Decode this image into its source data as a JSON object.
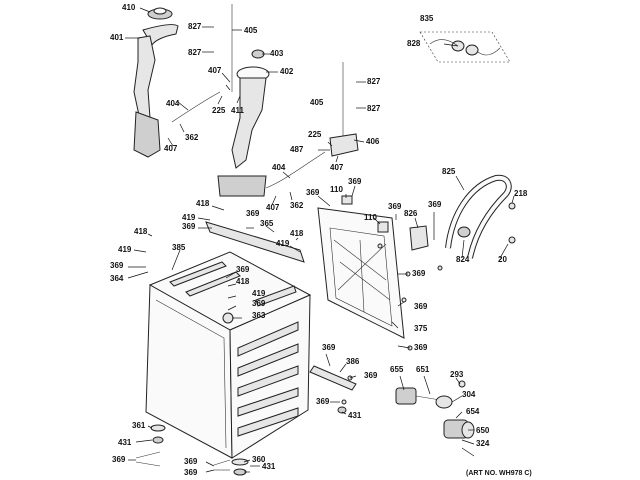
{
  "art_number": "(ART NO. WH978 C)",
  "callouts": [
    {
      "id": "c410",
      "label": "410"
    },
    {
      "id": "c401",
      "label": "401"
    },
    {
      "id": "c827a",
      "label": "827"
    },
    {
      "id": "c405a",
      "label": "405"
    },
    {
      "id": "c827b",
      "label": "827"
    },
    {
      "id": "c403",
      "label": "403"
    },
    {
      "id": "c402",
      "label": "402"
    },
    {
      "id": "c407a",
      "label": "407"
    },
    {
      "id": "c404a",
      "label": "404"
    },
    {
      "id": "c225a",
      "label": "225"
    },
    {
      "id": "c411",
      "label": "411"
    },
    {
      "id": "c362a",
      "label": "362"
    },
    {
      "id": "c407b",
      "label": "407"
    },
    {
      "id": "c835",
      "label": "835"
    },
    {
      "id": "c828",
      "label": "828"
    },
    {
      "id": "c827c",
      "label": "827"
    },
    {
      "id": "c405b",
      "label": "405"
    },
    {
      "id": "c827d",
      "label": "827"
    },
    {
      "id": "c225b",
      "label": "225"
    },
    {
      "id": "c406",
      "label": "406"
    },
    {
      "id": "c487",
      "label": "487"
    },
    {
      "id": "c407c",
      "label": "407"
    },
    {
      "id": "c404b",
      "label": "404"
    },
    {
      "id": "c362b",
      "label": "362"
    },
    {
      "id": "c407d",
      "label": "407"
    },
    {
      "id": "c369a",
      "label": "369"
    },
    {
      "id": "c110a",
      "label": "110"
    },
    {
      "id": "c369b",
      "label": "369"
    },
    {
      "id": "c825",
      "label": "825"
    },
    {
      "id": "c218",
      "label": "218"
    },
    {
      "id": "c418a",
      "label": "418"
    },
    {
      "id": "c419a",
      "label": "419"
    },
    {
      "id": "c369c",
      "label": "369"
    },
    {
      "id": "c369d",
      "label": "369"
    },
    {
      "id": "c365",
      "label": "365"
    },
    {
      "id": "c110b",
      "label": "110"
    },
    {
      "id": "c369e",
      "label": "369"
    },
    {
      "id": "c826",
      "label": "826"
    },
    {
      "id": "c369f",
      "label": "369"
    },
    {
      "id": "c418b",
      "label": "418"
    },
    {
      "id": "c419b",
      "label": "419"
    },
    {
      "id": "c385",
      "label": "385"
    },
    {
      "id": "c419c",
      "label": "419"
    },
    {
      "id": "c418c",
      "label": "418"
    },
    {
      "id": "c824",
      "label": "824"
    },
    {
      "id": "c20",
      "label": "20"
    },
    {
      "id": "c369g",
      "label": "369"
    },
    {
      "id": "c364",
      "label": "364"
    },
    {
      "id": "c369h",
      "label": "369"
    },
    {
      "id": "c369i",
      "label": "369"
    },
    {
      "id": "c418d",
      "label": "418"
    },
    {
      "id": "c419d",
      "label": "419"
    },
    {
      "id": "c369j",
      "label": "369"
    },
    {
      "id": "c363",
      "label": "363"
    },
    {
      "id": "c369k",
      "label": "369"
    },
    {
      "id": "c375",
      "label": "375"
    },
    {
      "id": "c369l",
      "label": "369"
    },
    {
      "id": "c369m",
      "label": "369"
    },
    {
      "id": "c386",
      "label": "386"
    },
    {
      "id": "c369n",
      "label": "369"
    },
    {
      "id": "c655",
      "label": "655"
    },
    {
      "id": "c651",
      "label": "651"
    },
    {
      "id": "c293",
      "label": "293"
    },
    {
      "id": "c304",
      "label": "304"
    },
    {
      "id": "c369o",
      "label": "369"
    },
    {
      "id": "c431a",
      "label": "431"
    },
    {
      "id": "c654",
      "label": "654"
    },
    {
      "id": "c650",
      "label": "650"
    },
    {
      "id": "c361",
      "label": "361"
    },
    {
      "id": "c431b",
      "label": "431"
    },
    {
      "id": "c324",
      "label": "324"
    },
    {
      "id": "c369p",
      "label": "369"
    },
    {
      "id": "c369q",
      "label": "369"
    },
    {
      "id": "c360",
      "label": "360"
    },
    {
      "id": "c431c",
      "label": "431"
    },
    {
      "id": "c369r",
      "label": "369"
    }
  ]
}
